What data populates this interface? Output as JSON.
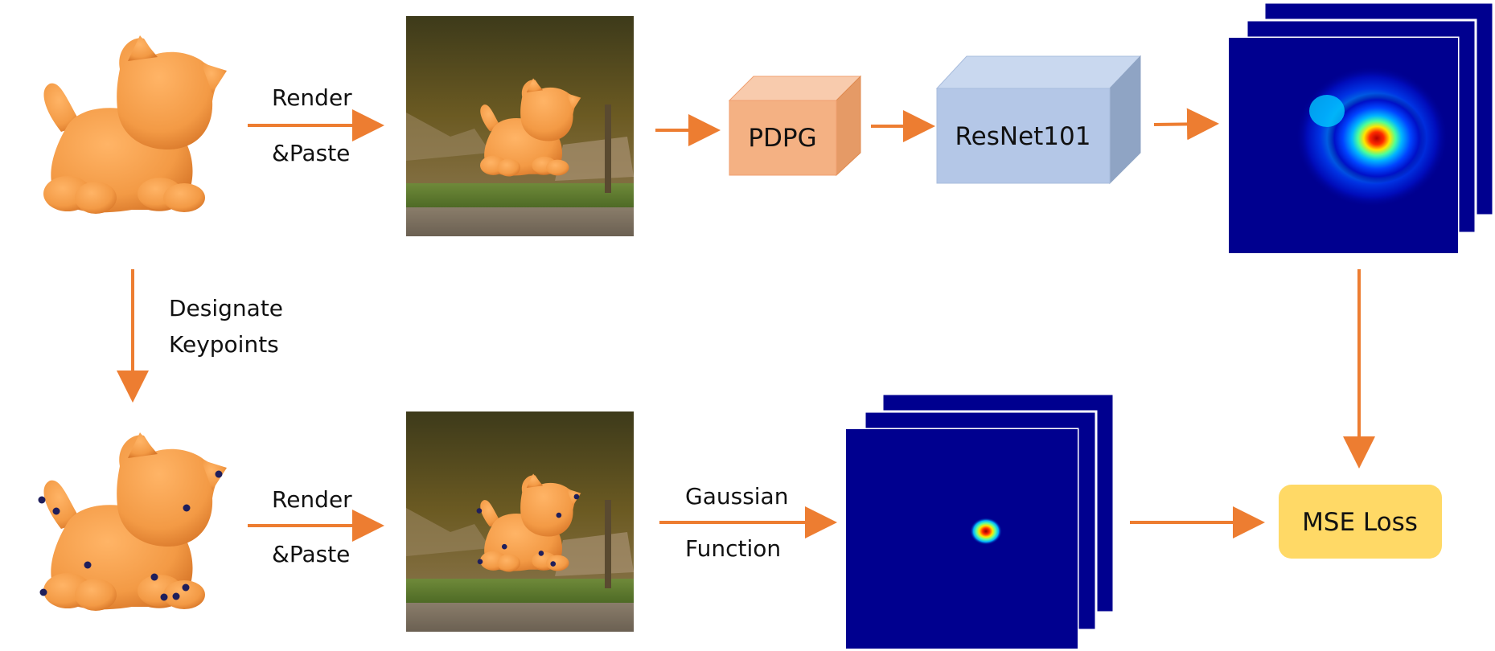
{
  "diagram": {
    "steps": {
      "render_top_line1": "Render",
      "render_top_line2": "&Paste",
      "render_bottom_line1": "Render",
      "render_bottom_line2": "&Paste",
      "designate_line1": "Designate",
      "designate_line2": "Keypoints",
      "gaussian_line1": "Gaussian",
      "gaussian_line2": "Function"
    },
    "blocks": {
      "pdpg": "PDPG",
      "resnet": "ResNet101",
      "mse": "MSE Loss"
    },
    "colors": {
      "arrow": "#ed7d31",
      "cat_body": "#f39a45",
      "pdpg_front": "#f4b183",
      "resnet_front": "#b4c7e7",
      "mse_fill": "#ffd966",
      "heatmap_bg": "#00008f",
      "keypoint": "#1f1f5c"
    },
    "icons": [
      "cat-model-icon",
      "cat-model-keypoints-icon",
      "rendered-scene-image",
      "heatmap-stack"
    ]
  }
}
